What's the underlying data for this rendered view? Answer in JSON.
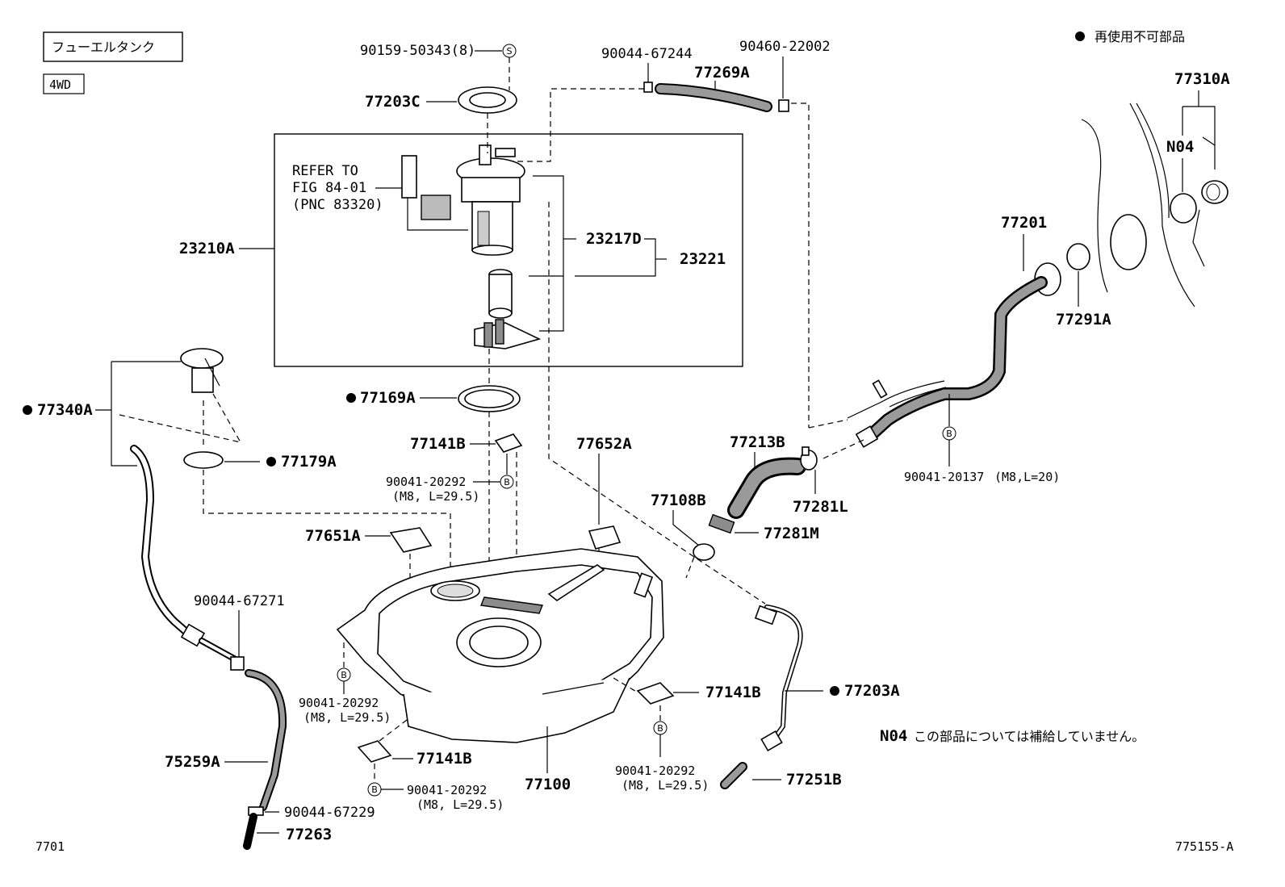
{
  "header": {
    "title": "フューエルタンク",
    "variant": "4WD",
    "legend_text": "再使用不可部品"
  },
  "note": {
    "code": "N04",
    "text": "この部品については補給していません。"
  },
  "footer": {
    "left_code": "7701",
    "right_code": "775155-A"
  },
  "refer": {
    "line1": "REFER TO",
    "line2": "FIG 84-01",
    "line3": "(PNC 83320)"
  },
  "bolt_spec": "(M8, L=29.5)",
  "bolt_spec_short": "(M8,L=20)",
  "markers": {
    "s": "S",
    "b": "B"
  },
  "parts": {
    "p90159": "90159-50343(8)",
    "p77203C": "77203C",
    "p90044_67244": "90044-67244",
    "p77269A": "77269A",
    "p90460": "90460-22002",
    "p77310A": "77310A",
    "pN04": "N04",
    "p77201": "77201",
    "p77291A": "77291A",
    "p23210A": "23210A",
    "p23217D": "23217D",
    "p23221": "23221",
    "p77340A": "77340A",
    "p77169A": "77169A",
    "p77179A": "77179A",
    "p77141B_1": "77141B",
    "p90041_20292_1": "90041-20292",
    "p77652A": "77652A",
    "p77213B": "77213B",
    "p77281L": "77281L",
    "p77281M": "77281M",
    "p77108B": "77108B",
    "p90041_20137": "90041-20137",
    "p77651A": "77651A",
    "p90044_67271": "90044-67271",
    "p90041_20292_2": "90041-20292",
    "p77141B_2": "77141B",
    "p77203A": "77203A",
    "p77141B_3": "77141B",
    "p90041_20292_3": "90041-20292",
    "p75259A": "75259A",
    "p77100": "77100",
    "p90041_20292_4": "90041-20292",
    "p77251B": "77251B",
    "p90044_67229": "90044-67229",
    "p77263": "77263"
  }
}
